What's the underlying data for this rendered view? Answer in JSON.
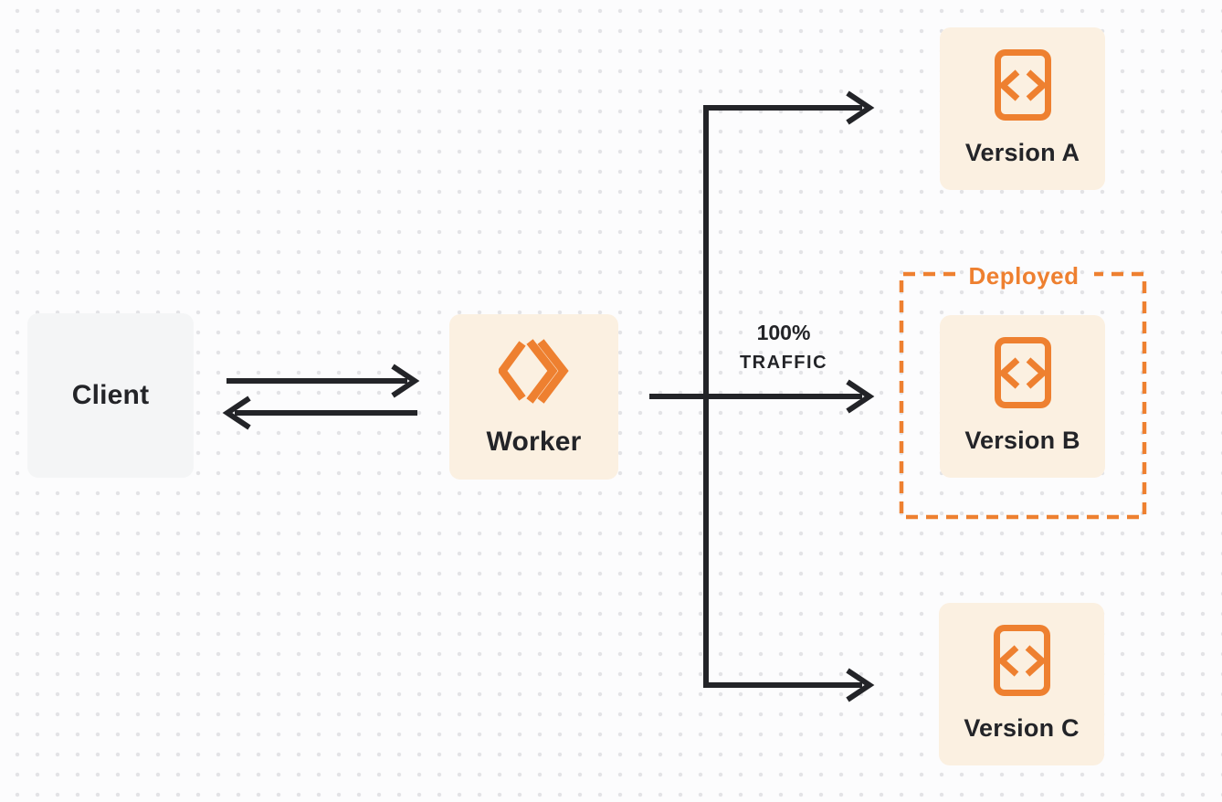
{
  "colors": {
    "page_bg": "#FCFCFD",
    "dot": "#E3E3E6",
    "ink": "#232428",
    "orange": "#EE8030",
    "cream": "#FBF0E1",
    "client_bg": "#F4F5F6"
  },
  "nodes": {
    "client": {
      "label": "Client"
    },
    "worker": {
      "label": "Worker",
      "icon": "double-chevron-worker-icon"
    },
    "version_a": {
      "label": "Version A",
      "icon": "code-file-icon"
    },
    "version_b": {
      "label": "Version B",
      "icon": "code-file-icon"
    },
    "version_c": {
      "label": "Version C",
      "icon": "code-file-icon"
    }
  },
  "annotations": {
    "deployed_label": "Deployed",
    "traffic_percent": "100%",
    "traffic_word": "TRAFFIC"
  },
  "edges": [
    {
      "from": "client",
      "to": "worker",
      "style": "arrow-right"
    },
    {
      "from": "worker",
      "to": "client",
      "style": "arrow-left"
    },
    {
      "from": "worker",
      "to": "version_a",
      "style": "arrow-right-branch"
    },
    {
      "from": "worker",
      "to": "version_b",
      "style": "arrow-right",
      "label": "100% TRAFFIC"
    },
    {
      "from": "worker",
      "to": "version_c",
      "style": "arrow-right-branch"
    }
  ]
}
